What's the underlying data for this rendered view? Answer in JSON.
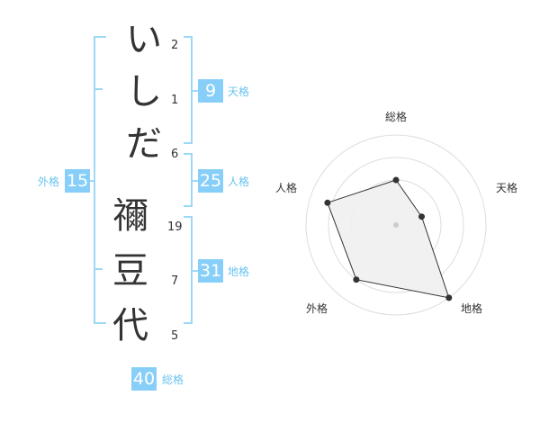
{
  "name": {
    "chars": [
      "い",
      "し",
      "だ",
      "禰",
      "豆",
      "代"
    ],
    "strokes": [
      "2",
      "1",
      "6",
      "19",
      "7",
      "5"
    ]
  },
  "kaku": {
    "tenkaku": {
      "value": "9",
      "label": "天格"
    },
    "jinkaku": {
      "value": "25",
      "label": "人格"
    },
    "chikaku": {
      "value": "31",
      "label": "地格"
    },
    "gaikaku": {
      "value": "15",
      "label": "外格"
    },
    "soukaku": {
      "value": "40",
      "label": "総格"
    }
  },
  "colors": {
    "accent": "#87cff8",
    "label": "#6cc3f0",
    "text": "#333333"
  },
  "chart_data": {
    "type": "radar",
    "axes": [
      "総格",
      "天格",
      "地格",
      "外格",
      "人格"
    ],
    "values": [
      0.5,
      0.3,
      1.0,
      0.75,
      0.8
    ],
    "rlim": [
      0,
      1
    ]
  }
}
